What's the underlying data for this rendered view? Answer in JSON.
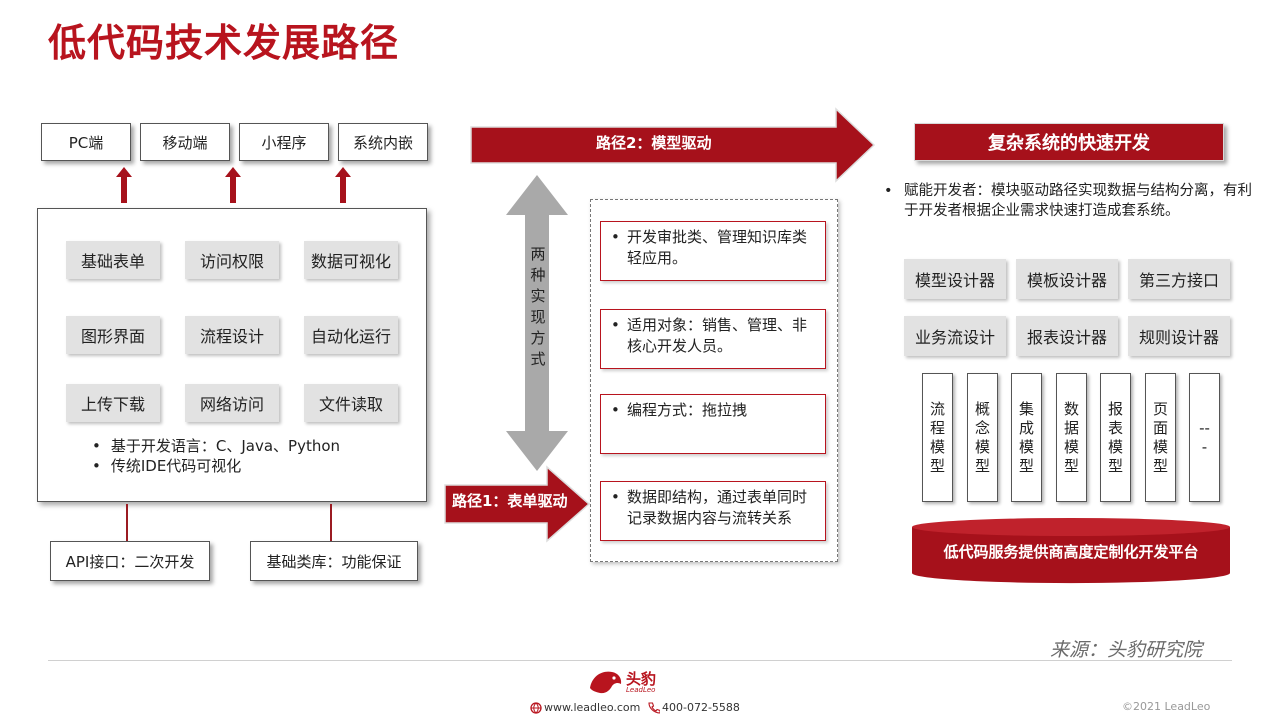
{
  "title": "低代码技术发展路径",
  "platforms": [
    "PC端",
    "移动端",
    "小程序",
    "系统内嵌"
  ],
  "features": [
    "基础表单",
    "访问权限",
    "数据可视化",
    "图形界面",
    "流程设计",
    "自动化运行",
    "上传下载",
    "网络访问",
    "文件读取"
  ],
  "bullets": [
    "基于开发语言：C、Java、Python",
    "传统IDE代码可视化"
  ],
  "bottom_boxes": [
    "API接口：二次开发",
    "基础类库：功能保证"
  ],
  "path2_label": "路径2：模型驱动",
  "path1_label": "路径1：表单驱动",
  "two_ways": "两种实现方式",
  "scenarios": [
    "开发审批类、管理知识库类轻应用。",
    "适用对象：销售、管理、非核心开发人员。",
    "编程方式：拖拉拽",
    "数据即结构，通过表单同时记录数据内容与流转关系"
  ],
  "right_header": "复杂系统的快速开发",
  "right_desc": "赋能开发者：模块驱动路径实现数据与结构分离，有利于开发者根据企业需求快速打造成套系统。",
  "tools": [
    "模型设计器",
    "模板设计器",
    "第三方接口",
    "业务流设计",
    "报表设计器",
    "规则设计器"
  ],
  "models": [
    "流程模型",
    "概念模型",
    "集成模型",
    "数据模型",
    "报表模型",
    "页面模型",
    "---"
  ],
  "platform_base": "低代码服务提供商高度定制化开发平台",
  "source": "来源：头豹研究院",
  "footer": {
    "logo_cn": "头豹",
    "logo_en": "LeadLeo",
    "website": "www.leadleo.com",
    "phone": "400-072-5588",
    "copyright": "©2021 LeadLeo"
  },
  "colors": {
    "brand_red": "#b8141e",
    "dark_red": "#a6111b",
    "chip_gray": "#e2e2e2"
  },
  "icons": [
    "globe-icon",
    "phone-icon",
    "leopard-logo-icon",
    "up-arrow-icon",
    "right-arrow-icon",
    "double-arrow-icon"
  ]
}
